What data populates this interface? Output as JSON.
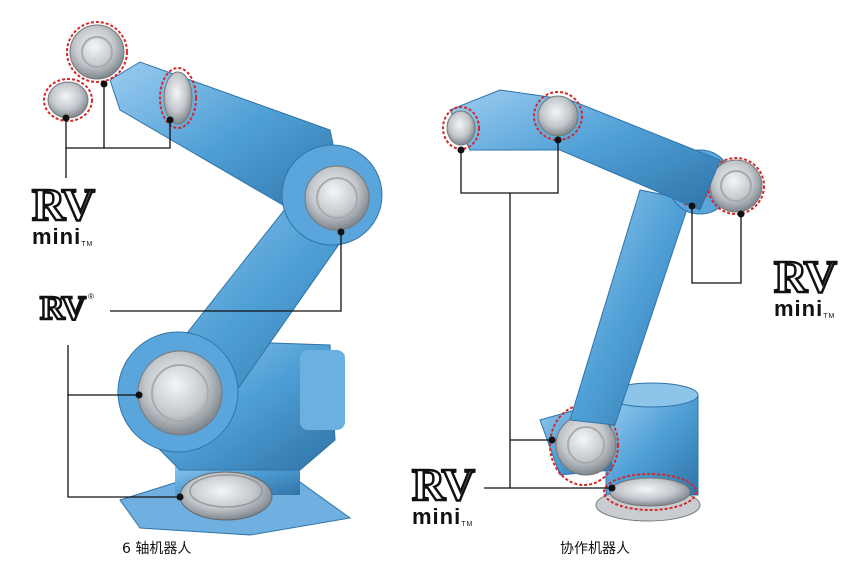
{
  "logos": {
    "rv_text": "RV",
    "mini_text": "mini",
    "trademark": "TM",
    "registered": "®"
  },
  "captions": {
    "left": "6 轴机器人",
    "right": "协作机器人"
  },
  "colors": {
    "robot_blue": "#4f9fd6",
    "robot_light": "#8cc4ea",
    "robot_dark": "#2f74a8",
    "callout_red": "#d62828",
    "reducer_metal": "#c9cdd2",
    "line": "#111111"
  }
}
